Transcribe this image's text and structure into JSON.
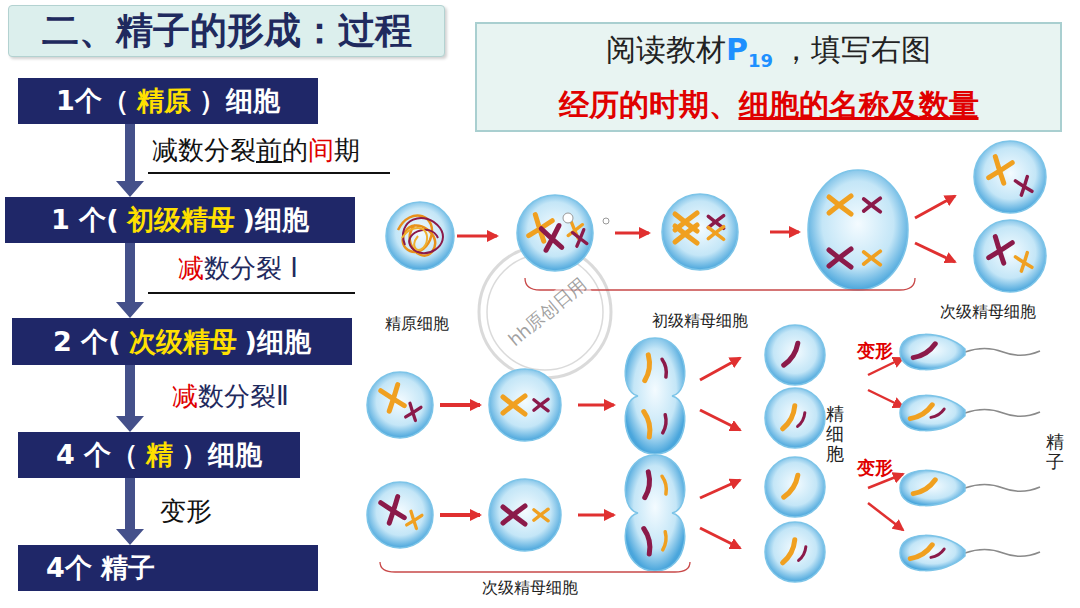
{
  "diagram": {
    "title": "二、精子的形成：过程",
    "nodes": [
      {
        "text": [
          "1个（",
          "精原",
          "）细胞"
        ]
      },
      {
        "text": [
          "1 个(",
          "初级精母",
          ")细胞"
        ]
      },
      {
        "text": [
          "2 个(",
          "次级精母",
          ")细胞"
        ]
      },
      {
        "text": [
          "4 个（",
          "精",
          "）细胞"
        ]
      },
      {
        "text": [
          "4个 精子"
        ]
      },
      {
        "text": [
          "阅读教材",
          "P",
          "19",
          "，填写右图",
          "经历的时期、",
          "细胞的名称及数量"
        ]
      }
    ],
    "edges": [
      {
        "from": 0,
        "to": 1,
        "arrow": "to"
      },
      {
        "from": 1,
        "to": 2,
        "arrow": "to"
      },
      {
        "from": 2,
        "to": 3,
        "arrow": "to"
      },
      {
        "from": 3,
        "to": 4,
        "label": "变形",
        "arrow": "to"
      }
    ],
    "labels": [
      "减数分裂",
      "前",
      "的",
      "间",
      "期",
      "减",
      "数分裂 Ⅰ",
      "减",
      "数分裂Ⅱ",
      "精原细胞",
      "初级精母细胞",
      "次级精母细胞",
      "精细胞",
      "变形",
      "变形",
      "精子",
      "次级精母细胞",
      "hh原创日用"
    ]
  }
}
